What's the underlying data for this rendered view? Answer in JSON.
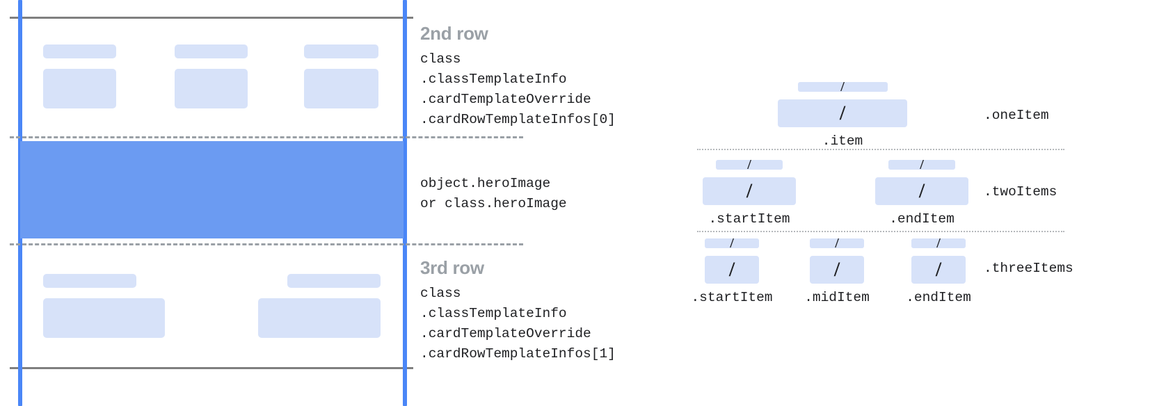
{
  "palette": {
    "rail_blue": "#4a86f7",
    "hero_blue": "#6b9bf2",
    "placeholder_blue": "#d7e2f9",
    "rule_gray": "#7f7f7f",
    "dash_gray": "#9aa0a6",
    "dot_gray": "#b5b8bb",
    "title_gray": "#9aa0a6",
    "code_black": "#202124"
  },
  "left_diagram": {
    "sections": [
      {
        "id": "second-row",
        "title": "2nd row",
        "code_lines": [
          "class",
          ".classTemplateInfo",
          ".cardTemplateOverride",
          ".cardRowTemplateInfos[0]"
        ],
        "columns": 3
      },
      {
        "id": "hero-image",
        "title": "",
        "code_lines": [
          "object.heroImage",
          "or class.heroImage"
        ],
        "columns": 0
      },
      {
        "id": "third-row",
        "title": "3rd row",
        "code_lines": [
          "class",
          ".classTemplateInfo",
          ".cardTemplateOverride",
          ".cardRowTemplateInfos[1]"
        ],
        "columns": 2
      }
    ]
  },
  "right_diagram": {
    "slash_glyph": "/",
    "groups": [
      {
        "id": "one-item",
        "label": ".oneItem",
        "items": [
          {
            "caption": ".item"
          }
        ]
      },
      {
        "id": "two-items",
        "label": ".twoItems",
        "items": [
          {
            "caption": ".startItem"
          },
          {
            "caption": ".endItem"
          }
        ]
      },
      {
        "id": "three-items",
        "label": ".threeItems",
        "items": [
          {
            "caption": ".startItem"
          },
          {
            "caption": ".midItem"
          },
          {
            "caption": ".endItem"
          }
        ]
      }
    ]
  }
}
